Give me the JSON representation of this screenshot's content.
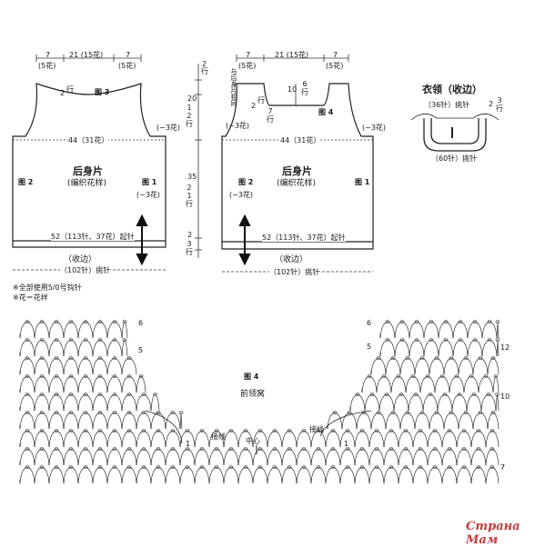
{
  "back": {
    "top_left_w": "7",
    "top_left_p": "(5花)",
    "top_mid_w": "21",
    "top_mid_p": "(15花)",
    "top_right_w": "7",
    "top_right_p": "(5花)",
    "armhole_depth": "2",
    "armhole_rows": "行",
    "fig_label": "图 3",
    "width": "44（31花）",
    "dec_right_top": "(−3花)",
    "dec_right_bottom": "(−3花)",
    "title": "后身片",
    "subtitle": "(编织花样)",
    "fig_left": "图 2",
    "fig_right": "图 1",
    "bottom_count": "52（113针、37花）起针",
    "edging": "（收边）",
    "pickup": "（102针）挑针"
  },
  "side": {
    "top": "2",
    "top_rows": "行",
    "armhole": "20",
    "armhole_rows": "12 行",
    "body": "35",
    "body_rows": "21 行",
    "bottom": "2",
    "bottom_rows": "3 行"
  },
  "front": {
    "top_left_w": "7",
    "top_left_p": "(5花)",
    "top_mid_w": "21",
    "top_mid_p": "(15花)",
    "top_right_w": "7",
    "top_right_p": "(5花)",
    "neck_depth": "10",
    "neck_rows": "6 行",
    "neck_side_label": "与后身片相同",
    "neck_inner": "2",
    "neck_inner_rows": "行",
    "fig_label": "图 4",
    "armhole_rows_small": "7 行",
    "width": "44（31花）",
    "dec_left_top": "(−3花)",
    "dec_right_top": "(−3花)",
    "dec_left_bottom": "(−3花)",
    "title": "后身片",
    "subtitle": "(编织花样)",
    "fig_left": "图 2",
    "fig_right": "图 1",
    "bottom_count": "52（113针、37花）起针",
    "edging": "（收边）",
    "pickup": "（102针）挑针"
  },
  "collar": {
    "title": "衣领（收边）",
    "inner": "（36针）挑针",
    "depth": "2",
    "rows": "3 行",
    "outer": "（60针）挑针"
  },
  "notes": {
    "line1": "※全部使用5/0号钩针",
    "line2": "※花＝花样"
  },
  "chart": {
    "title": "图 4",
    "subtitle": "前领窝",
    "center": "中心",
    "join_left": "接线",
    "join_right": "接线",
    "num_6_left": "6",
    "num_5_left": "5",
    "num_6_right": "6",
    "num_5_right": "5",
    "num_12": "12",
    "num_10": "10",
    "num_7": "7",
    "num_1_left": "1",
    "num_1_right": "1"
  },
  "watermark": "Страна Мам"
}
